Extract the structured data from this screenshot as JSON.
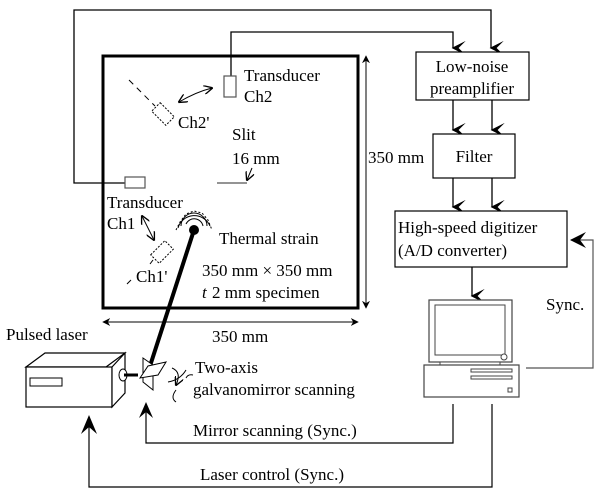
{
  "diagram": {
    "specimen": {
      "size_label": "350 mm × 350 mm",
      "thickness_prefix": "t",
      "thickness_label": "2 mm  specimen",
      "width_dimension": "350 mm",
      "height_dimension": "350 mm"
    },
    "transducers": {
      "ch2_label_line1": "Transducer",
      "ch2_label_line2": "Ch2",
      "ch2_alt_label": "Ch2'",
      "ch1_label_line1": "Transducer",
      "ch1_label_line2": "Ch1",
      "ch1_alt_label": "Ch1'"
    },
    "slit": {
      "label_line1": "Slit",
      "label_line2": "16 mm"
    },
    "thermal_strain_label": "Thermal strain",
    "blocks": {
      "preamp_line1": "Low-noise",
      "preamp_line2": "preamplifier",
      "filter": "Filter",
      "digitizer_line1": "High-speed digitizer",
      "digitizer_line2": "(A/D converter)"
    },
    "laser": {
      "label": "Pulsed laser"
    },
    "galvo": {
      "label_line1": "Two-axis",
      "label_line2": "galvanomirror scanning"
    },
    "signals": {
      "sync": "Sync.",
      "mirror_scanning": "Mirror scanning (Sync.)",
      "laser_control": "Laser control (Sync.)"
    }
  }
}
